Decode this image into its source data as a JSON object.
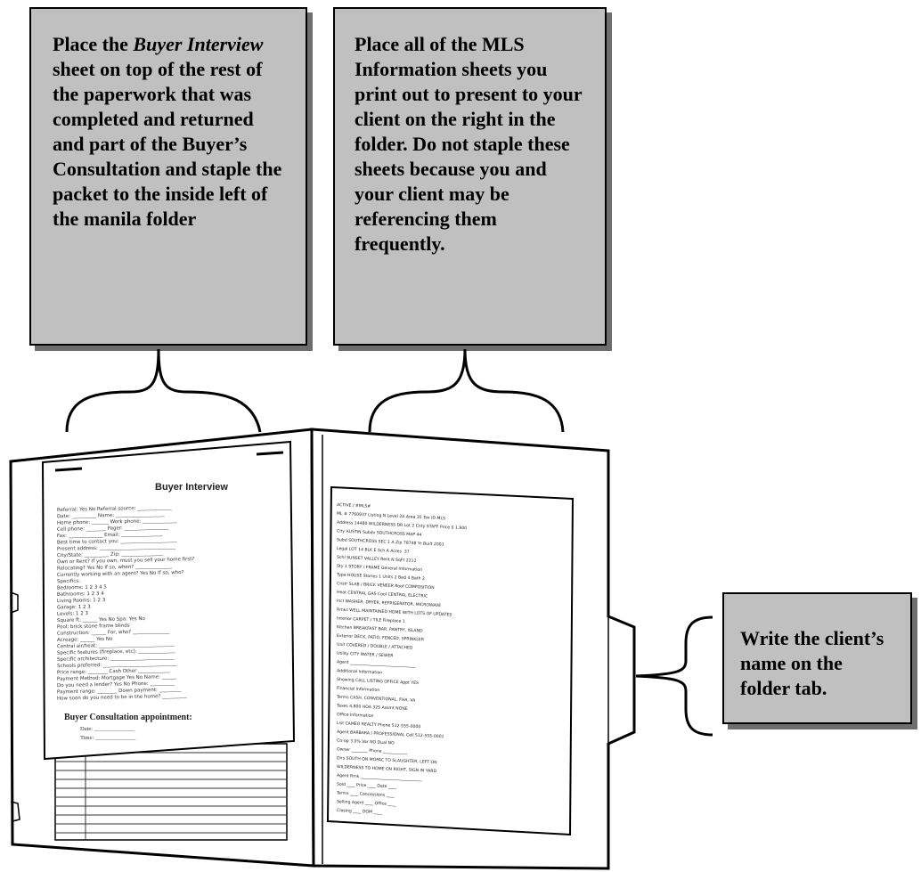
{
  "callouts": {
    "left": {
      "before": "Place the ",
      "emphasis": "Buyer Interview",
      "after": " sheet on top of the rest of the paperwork that was completed and returned and part of the Buyer’s Consultation and staple the packet to the inside left of the manila folder"
    },
    "middle": {
      "text": "Place all of the MLS Information sheets you print out to present to your client on the right in the folder. Do not staple these sheets because you and your client may be referencing them frequently."
    },
    "right": {
      "text": "Write the client’s name on the folder tab."
    }
  },
  "buyer_interview_sheet": {
    "title": "Buyer Interview",
    "lines": [
      "Referral: Yes  No   Referral source: ______________",
      "Date: __________   Name: ____________________",
      "Home phone: _______   Work phone: ______________",
      "Cell phone: ________   Pager: __________________",
      "Fax: ______________   Email: _________________",
      "Best time to contact you: _______________________",
      "Present address: _______________________________",
      "City/State: __________   Zip: _________________",
      "Own or Rent?   If you own, must you sell your home first?",
      "Relocating?  Yes  No   If so, when? _______________",
      "Currently working with an agent?  Yes  No   If so, who?",
      "Specifics:",
      "Bedrooms:      1   2   3   4   5",
      "Bathrooms:     1   2   3   4",
      "Living Rooms:  1   2   3",
      "Garage:        1   2   3",
      "Levels:        1   2   3",
      "Square ft:  ______   Yes  No   Spa:   Yes  No",
      "Pool:   brick  stone  frame  blinds",
      "Construction: ______   For, who? _______________",
      "Acreage: ______   Yes  No",
      "Central air/heat: _______________________________",
      "Specific features (fireplace, etc): _______________",
      "Specific architecture: __________________________",
      "Schools preferred: ______________________________",
      "Price range: ________   Cash   Other _____________",
      "Payment Method:  Mortgage   Yes  No   Name: ______",
      "Do you need a lender?  Yes  No   Phone: __________",
      "Payment range: ________   Down payment: _________",
      "How soon do you need to be in the home? __________"
    ],
    "appointment": "Buyer Consultation appointment:",
    "date_label": "Date: ______________",
    "time_label": "Time: ______________"
  },
  "mls_sheet": {
    "lines": [
      "ACTIVE / #MLS#",
      "ML #  7760937     Listing  N    Level  2A      Area  35     Tax ID   MLS",
      "Address  14480 WILDERNESS DR        Lot  2   Cnty  STAFF   Price  $ 1,900",
      "City  AUSTIN      Subdv  SOUTHCROSS    MAP  44",
      "Subd  SOUTHCROSS SEC 1 A     Zip  78748   Yr Built  2001",
      "Legal  LOT 14 BLK E          Sch  A        Acres  .37",
      "Schl  SUNSET VALLEY         Rent  N        SqFt  2212",
      "Sty  1 STORY / FRAME        General Information",
      "Type  HOUSE     Stories  1    Units  2   Bed  4   Bath  2",
      "Cnstr  SLAB / BRICK VENEER   Roof  COMPOSITION",
      "Heat  CENTRAL GAS      Cool  CENTRAL ELECTRIC",
      "Incl  WASHER, DRYER, REFRIGERATOR, MICROWAVE",
      "Rmks  WELL MAINTAINED HOME WITH LOTS OF UPDATES",
      "Interior  CARPET / TILE      Fireplace  1",
      "Kitchen  BREAKFAST BAR, PANTRY, ISLAND",
      "Exterior  DECK, PATIO, FENCED, SPRINKLER",
      "Unit  COVERED / DOUBLE / ATTACHED",
      "Utility  CITY WATER / SEWER",
      "Agent  ________________________________",
      "Additional Information",
      "Showing  CALL LISTING OFFICE    Appt  YES",
      "Financial Information",
      "Terms  CASH, CONVENTIONAL, FHA, VA",
      "Taxes  4,800    HOA  325   Assmt  NONE",
      "Office Information",
      "List  CAMEO REALTY     Phone  512-555-0000",
      "Agent  BARBARA / PROFESSIONAL   Cell  512-555-0001",
      "Co-op  3.0%     Var  NO     Dual  NO",
      "Owner  ________   Phone  ____________",
      "Dirs  SOUTH ON MOPAC TO SLAUGHTER, LEFT ON",
      "WILDERNESS TO HOME ON RIGHT, SIGN IN YARD",
      "Agent Rmk  ______________________________",
      "Sold  ____   Price  ____   Date  ____",
      "Terms  ____   Concessions  ____",
      "Selling Agent  ____   Office  ____",
      "Closing  ____   DOM  ____"
    ]
  }
}
